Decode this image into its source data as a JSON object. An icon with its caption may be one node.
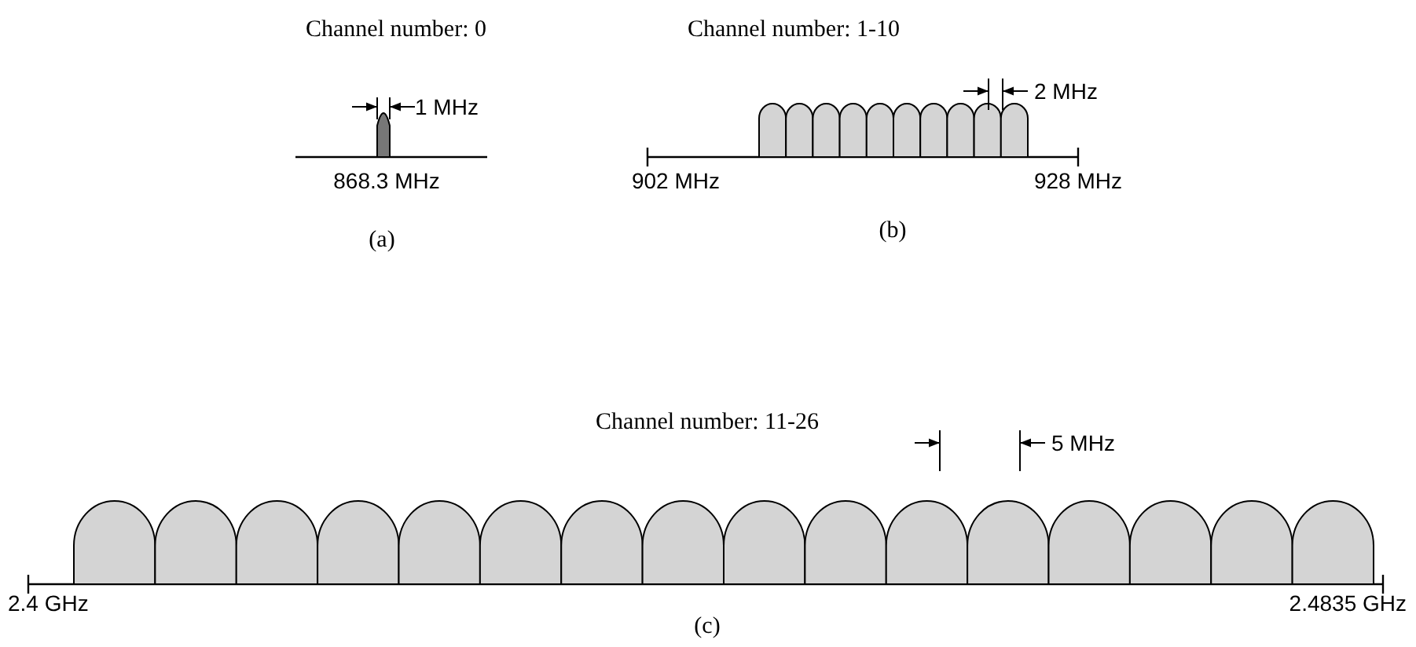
{
  "diagram": {
    "labels": [
      "Channel number: 0",
      "Channel number: 1-10",
      "1 MHz",
      "2 MHz",
      "868.3 MHz",
      "902 MHz",
      "928 MHz",
      "(a)",
      "(b)",
      "Channel number: 11-26",
      "5 MHz",
      "2.4 GHz",
      "2.4835 GHz",
      "(c)"
    ]
  }
}
